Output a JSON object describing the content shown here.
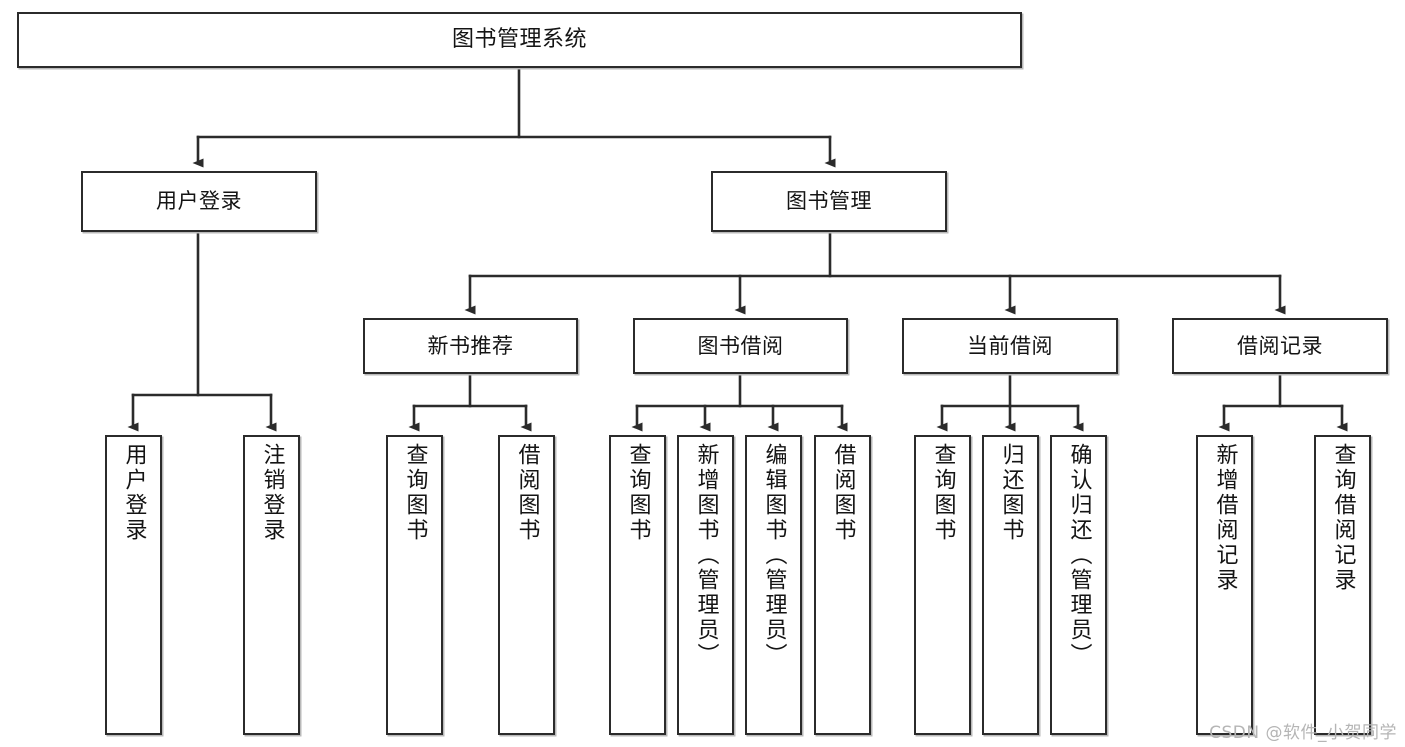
{
  "diagram": {
    "type": "tree-hierarchy",
    "title": "图书管理系统",
    "watermark": "CSDN @软件_小贺同学",
    "colors": {
      "box_border": "#2b2b2b",
      "box_fill": "#ffffff",
      "connector": "#2b2b2b",
      "watermark": "#b5b5b5",
      "background": "#ffffff"
    },
    "nodes": {
      "root": {
        "label": "图书管理系统"
      },
      "level2": [
        {
          "label": "用户登录"
        },
        {
          "label": "图书管理"
        }
      ],
      "level3": [
        {
          "label": "新书推荐"
        },
        {
          "label": "图书借阅"
        },
        {
          "label": "当前借阅"
        },
        {
          "label": "借阅记录"
        }
      ],
      "leaves": {
        "user_login": [
          {
            "label": "用户登录"
          },
          {
            "label": "注销登录"
          }
        ],
        "new_book_recommend": [
          {
            "label": "查询图书"
          },
          {
            "label": "借阅图书"
          }
        ],
        "book_borrow": [
          {
            "label": "查询图书"
          },
          {
            "label": "新增图书（管理员）"
          },
          {
            "label": "编辑图书（管理员）"
          },
          {
            "label": "借阅图书"
          }
        ],
        "current_borrow": [
          {
            "label": "查询图书"
          },
          {
            "label": "归还图书"
          },
          {
            "label": "确认归还（管理员）"
          }
        ],
        "borrow_record": [
          {
            "label": "新增借阅记录"
          },
          {
            "label": "查询借阅记录"
          }
        ]
      }
    }
  }
}
